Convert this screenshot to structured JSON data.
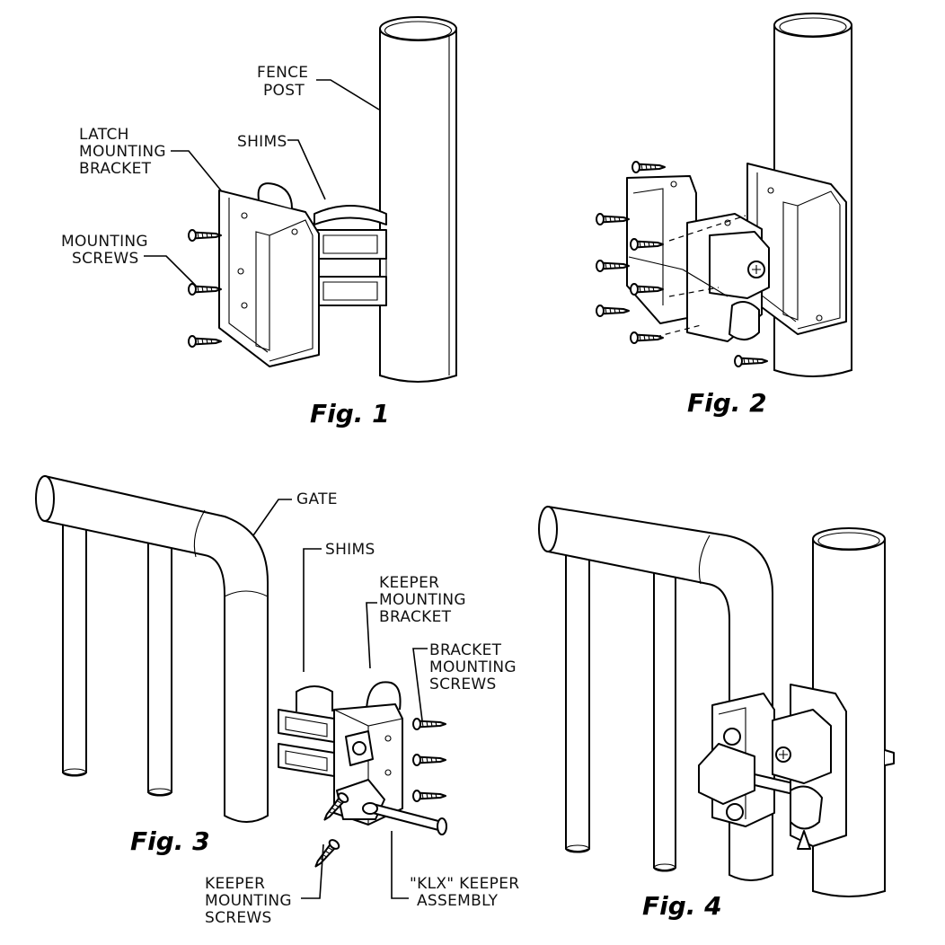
{
  "figures": [
    {
      "caption": "Fig. 1",
      "labels": {
        "fence_post": [
          "FENCE",
          "POST"
        ],
        "latch_bracket": [
          "LATCH",
          "MOUNTING",
          "BRACKET"
        ],
        "shims": [
          "SHIMS"
        ],
        "mounting_screws": [
          "MOUNTING",
          "SCREWS"
        ]
      }
    },
    {
      "caption": "Fig. 2",
      "labels": {}
    },
    {
      "caption": "Fig. 3",
      "labels": {
        "gate": [
          "GATE"
        ],
        "shims": [
          "SHIMS"
        ],
        "keeper_bracket": [
          "KEEPER",
          "MOUNTING",
          "BRACKET"
        ],
        "bracket_screws": [
          "BRACKET",
          "MOUNTING",
          "SCREWS"
        ],
        "keeper_screws": [
          "KEEPER",
          "MOUNTING",
          "SCREWS"
        ],
        "klx_assembly": [
          "\"KLX\" KEEPER",
          "ASSEMBLY"
        ]
      }
    },
    {
      "caption": "Fig. 4",
      "labels": {}
    }
  ]
}
